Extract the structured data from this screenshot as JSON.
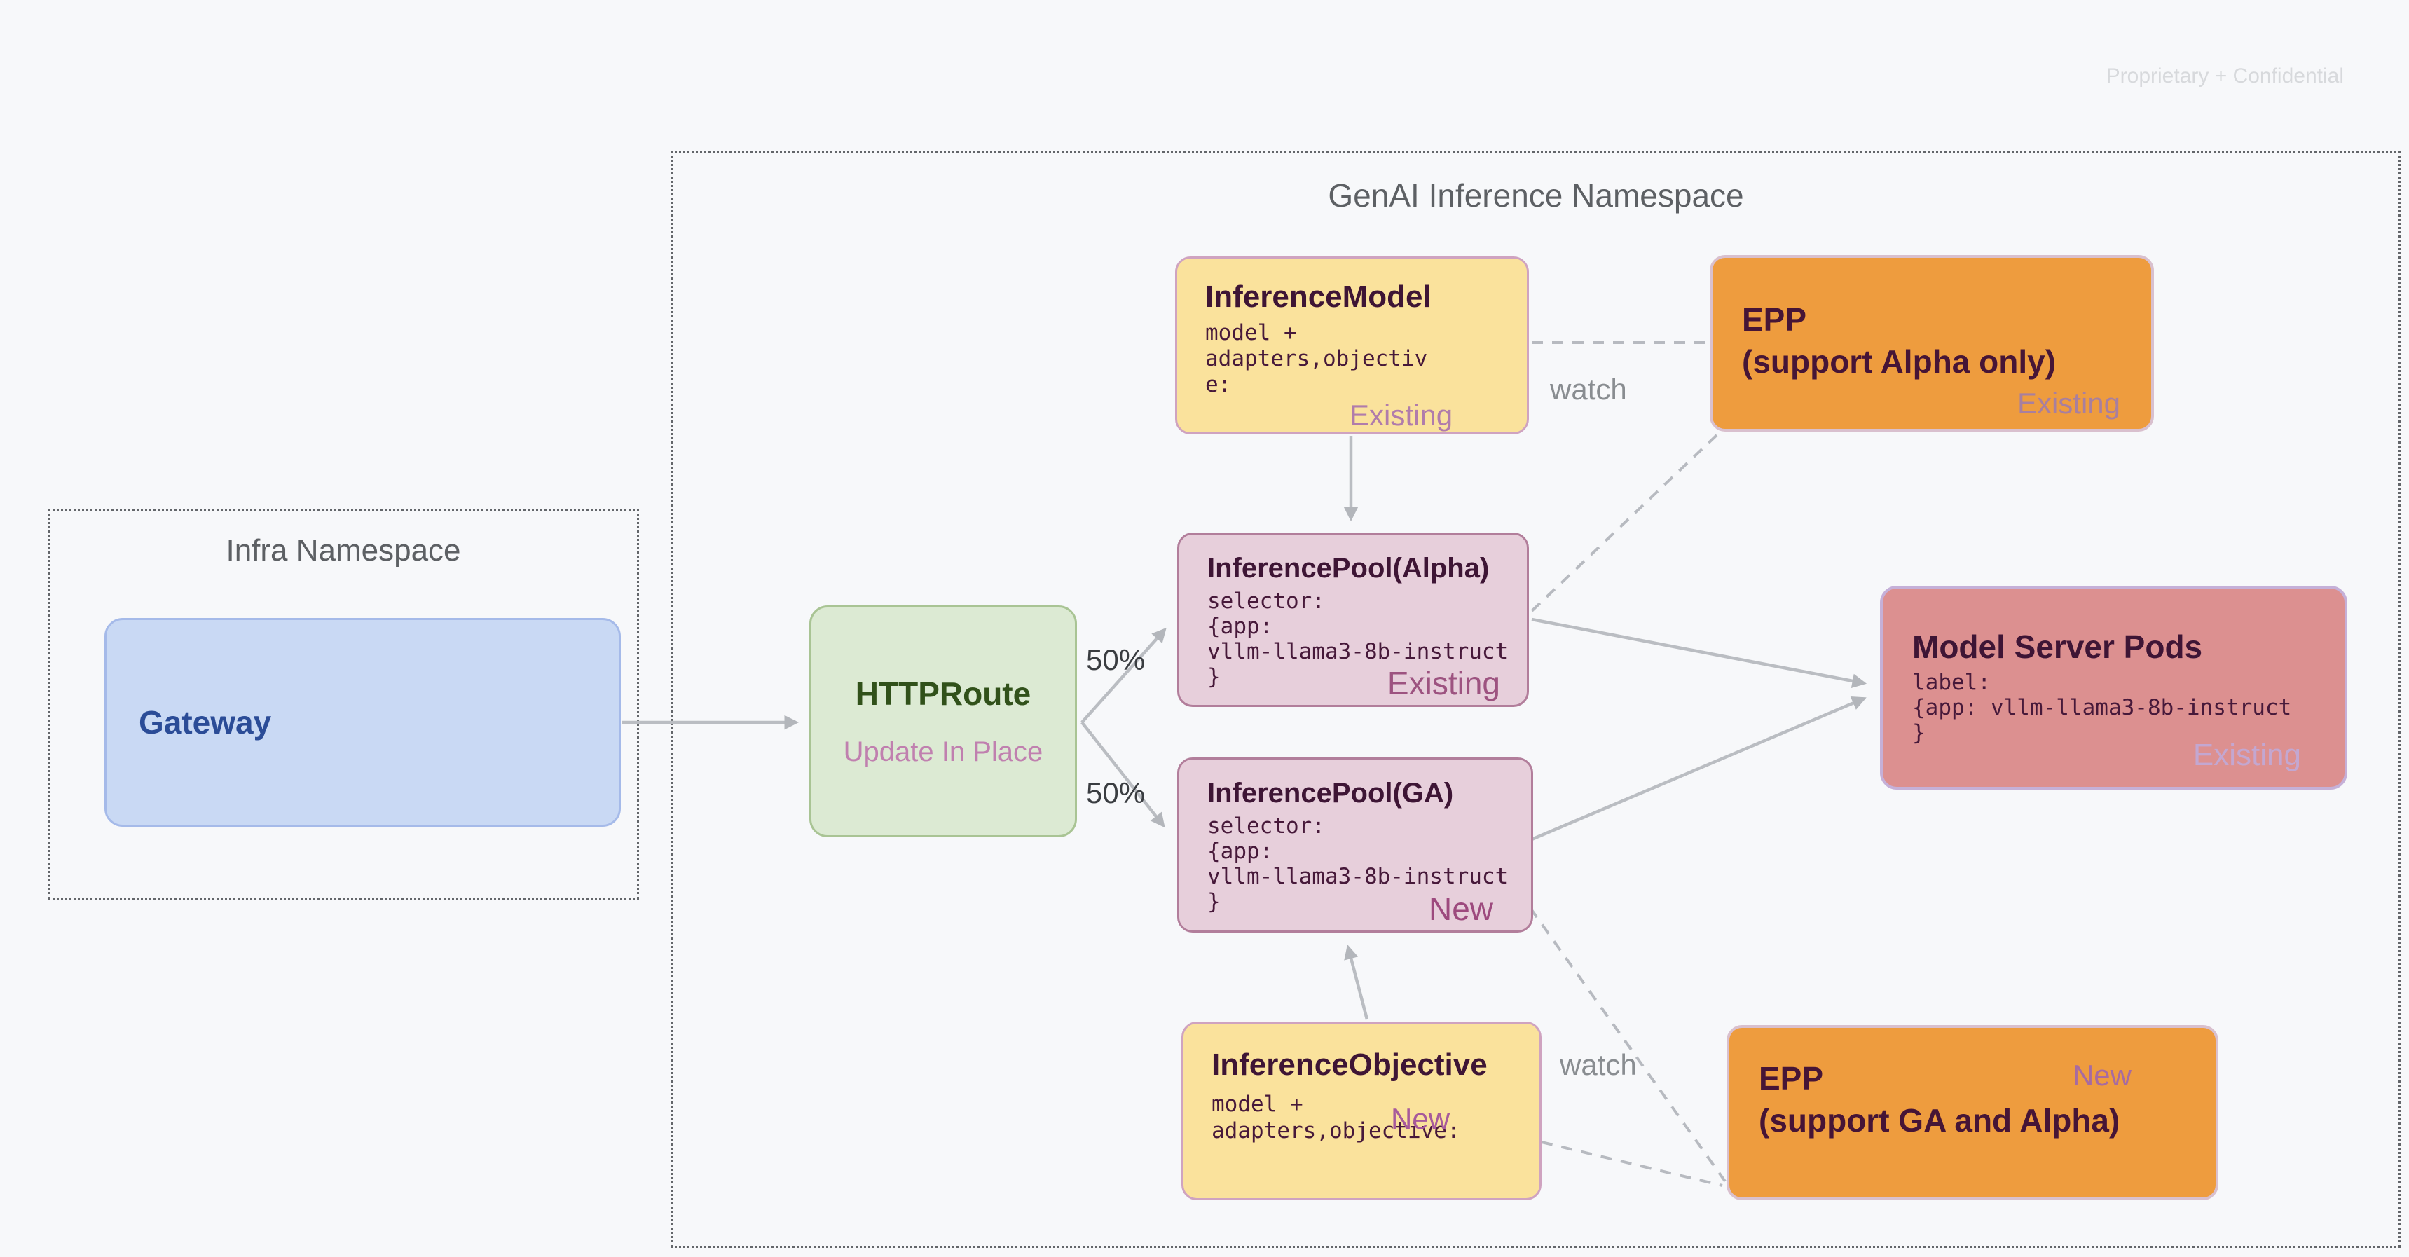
{
  "page": {
    "watermark": "Proprietary + Confidential"
  },
  "namespaces": {
    "infra": {
      "title": "Infra Namespace"
    },
    "genai": {
      "title": "GenAI Inference Namespace"
    }
  },
  "nodes": {
    "gateway": {
      "title": "Gateway"
    },
    "httproute": {
      "title": "HTTPRoute",
      "subtitle": "Update In Place"
    },
    "inference_model": {
      "title": "InferenceModel",
      "code_lines": [
        "model +",
        "adapters,objectiv",
        "e:"
      ],
      "status": "Existing"
    },
    "epp_alpha": {
      "title_line1": "EPP",
      "title_line2": "(support Alpha only)",
      "status": "Existing"
    },
    "pool_alpha": {
      "title": "InferencePool(Alpha)",
      "code_lines": [
        "selector:",
        "{app:",
        "vllm-llama3-8b-instruct",
        "}"
      ],
      "status": "Existing"
    },
    "model_server_pods": {
      "title": "Model Server Pods",
      "code_lines": [
        "label:",
        "{app: vllm-llama3-8b-instruct",
        "}"
      ],
      "status": "Existing"
    },
    "pool_ga": {
      "title": "InferencePool(GA)",
      "code_lines": [
        "selector:",
        "{app:",
        "vllm-llama3-8b-instruct",
        "}"
      ],
      "status": "New"
    },
    "inference_objective": {
      "title": "InferenceObjective",
      "code_lines": [
        "model +",
        "adapters,objective:"
      ],
      "status": "New"
    },
    "epp_ga": {
      "title_line1": "EPP",
      "title_line2": "(support GA and Alpha)",
      "status": "New"
    }
  },
  "edge_labels": {
    "split_top": "50%",
    "split_bottom": "50%",
    "watch_model_epp": "watch",
    "watch_objective_epp": "watch"
  },
  "colors": {
    "canvas_bg": "#f7f8fa",
    "yellow_node": "#fae29c",
    "pink_node": "#e7cfdb",
    "salmon_node": "#dc9090",
    "orange_node": "#ee9c3e",
    "blue_node": "#c9d9f4",
    "green_node": "#dcead3",
    "dark_maroon_text": "#3e1535",
    "arrow_gray": "#babdc2"
  }
}
